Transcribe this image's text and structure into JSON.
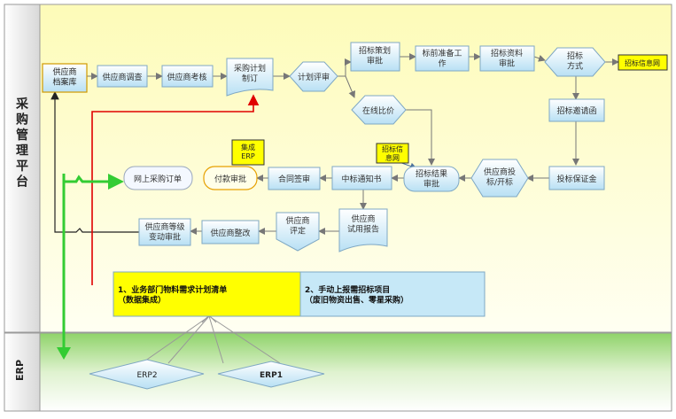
{
  "lanes": {
    "platform_label": "采\n购\n管\n理\n平\n台",
    "erp_label": "ERP"
  },
  "nodes": {
    "supplier_archive": "供应商\n档案库",
    "supplier_survey": "供应商调查",
    "supplier_assessment": "供应商考核",
    "purchase_plan": "采购计划\n制订",
    "plan_review": "计划评审",
    "tender_plan_approval": "招标策划\n审批",
    "pre_tender_prep": "标前准备工\n作",
    "tender_doc_approval": "招标资料\n审批",
    "tender_method": "招标\n方式",
    "tender_info_net_1": "招标信息网",
    "tender_invitation": "招标邀请函",
    "online_price_compare": "在线比价",
    "tender_deposit": "投标保证金",
    "supplier_bid_open": "供应商投\n标/开标",
    "tender_result_approval": "招标结果\n审批",
    "tender_info_net_2": "招标信\n息网",
    "award_notice": "中标通知书",
    "contract_sign": "合同签审",
    "erp_integration": "集成\nERP",
    "payment_approval": "付款审批",
    "online_po": "网上采购订单",
    "supplier_trial_report": "供应商\n试用报告",
    "supplier_evaluation": "供应商\n评定",
    "supplier_rectify": "供应商整改",
    "supplier_grade_change": "供应商等级\n变动审批"
  },
  "notes": {
    "note1": "1、业务部门物料需求计划清单\n（数据集成）",
    "note2": "2、手动上报需招标项目\n（废旧物资出售、零星采购）"
  },
  "erp_nodes": {
    "erp2": "ERP2",
    "erp1": "ERP1"
  },
  "colors": {
    "lane_top": "#fdfbb8",
    "lane_bottom": "#ffffff",
    "erp_band": "#8fd36a",
    "node_fill": "#c6e8f7",
    "node_stroke": "#7fa8c4",
    "highlight_fill": "#ffff00",
    "red_line": "#e00000",
    "green_line": "#33cc33",
    "dark_line": "#333300"
  }
}
